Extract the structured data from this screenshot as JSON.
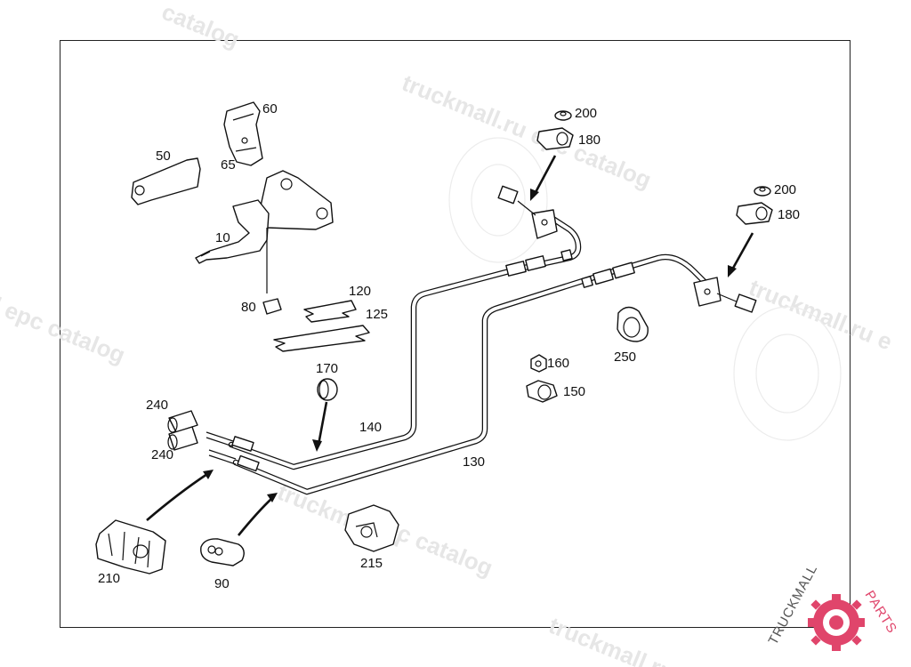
{
  "watermark": {
    "text_a": "truckmall.ru epc catalog",
    "text_b": "epc catalog",
    "text_c": "truckmall.ru epc catalog",
    "text_d": "l epc catalog",
    "text_e": "catalog",
    "text_f": "truckmall.ru e",
    "text_g": "truckmall.ru",
    "text_h": "pc catalog"
  },
  "labels": {
    "p10": "10",
    "p50": "50",
    "p60": "60",
    "p65": "65",
    "p80": "80",
    "p90": "90",
    "p120": "120",
    "p125": "125",
    "p130": "130",
    "p140": "140",
    "p150": "150",
    "p160": "160",
    "p170": "170",
    "p180a": "180",
    "p180b": "180",
    "p200a": "200",
    "p200b": "200",
    "p210": "210",
    "p215": "215",
    "p240a": "240",
    "p240b": "240",
    "p250": "250"
  },
  "logo": {
    "brand_dark": "TRUCKMALL",
    "brand_accent": "PARTS",
    "accent_color": "#e0456b",
    "dark_color": "#555555"
  }
}
